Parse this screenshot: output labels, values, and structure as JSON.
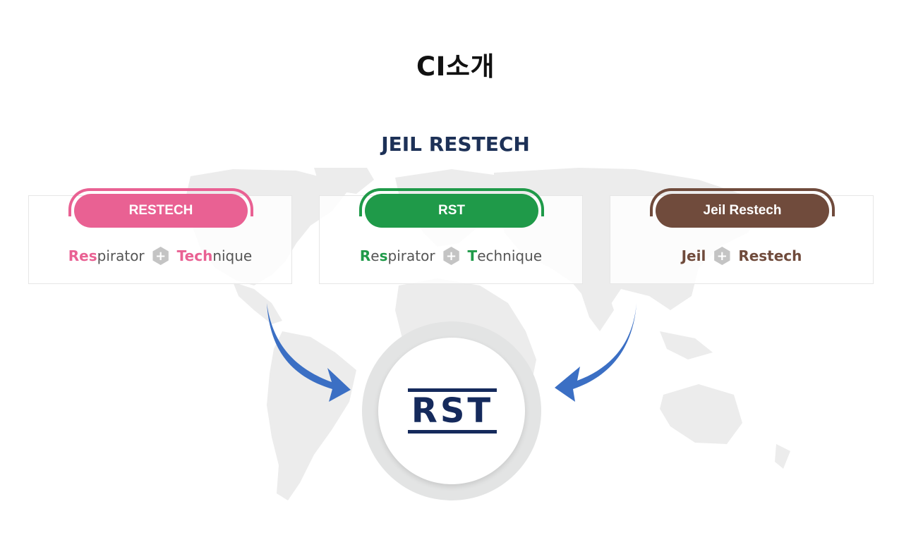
{
  "page": {
    "title": "CI소개"
  },
  "section": {
    "title": "JEIL RESTECH"
  },
  "cards": [
    {
      "name": "RESTECH",
      "color": "#e96193",
      "word1_hl": "Res",
      "word1_rest": "pirator",
      "word2_hl": "Tech",
      "word2_rest": "nique"
    },
    {
      "name": "RST",
      "color": "#1f9a49",
      "word1_hl": "R",
      "word1_mid": "e",
      "word1_hl2": "s",
      "word1_rest": "pirator",
      "word2_hl": "T",
      "word2_rest": "echnique"
    },
    {
      "name": "Jeil Restech",
      "color": "#704b3c",
      "word1_hl": "Jeil",
      "word2_hl": "Restech"
    }
  ],
  "plus_symbol": "+",
  "logo": {
    "text": "RST",
    "color": "#152a5c"
  },
  "arrow_color": "#3b6fc4"
}
